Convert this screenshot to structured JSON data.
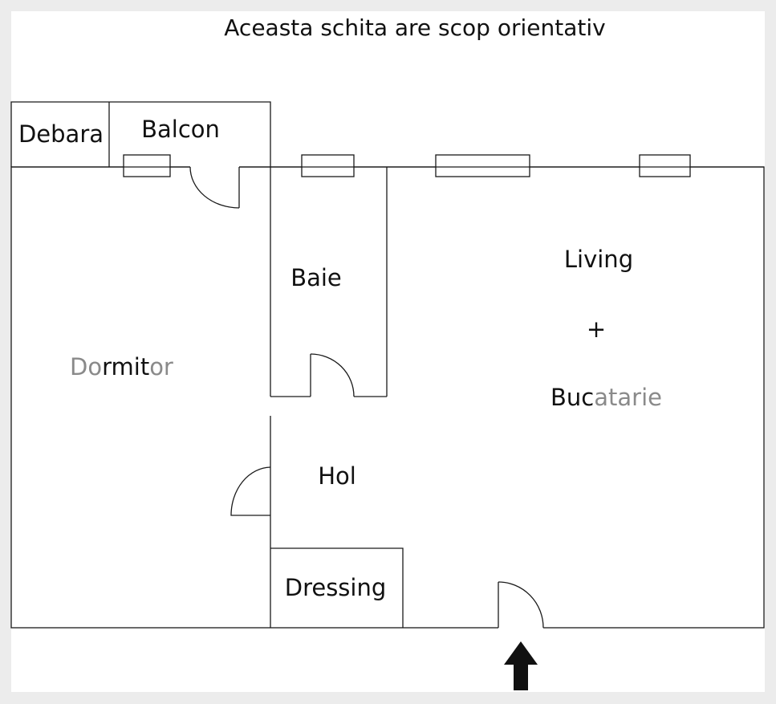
{
  "title": "Aceasta schita are scop orientativ",
  "rooms": {
    "debara": "Debara",
    "balcon": "Balcon",
    "baie": "Baie",
    "dormitor_dark_1": "D",
    "dormitor_grey": "o",
    "dormitor_dark_2": "rmit",
    "dormitor_grey_2": "or",
    "living": "Living",
    "plus": "+",
    "bucatarie_dark": "Buc",
    "bucatarie_grey": "atarie",
    "hol": "Hol",
    "dressing": "Dressing"
  },
  "colors": {
    "wall": "#1a1a1a",
    "text": "#111111",
    "faded_text": "#8a8a8a",
    "background": "#ececec",
    "sheet": "#ffffff"
  },
  "icons": {
    "entrance": "entrance-arrow-icon"
  }
}
